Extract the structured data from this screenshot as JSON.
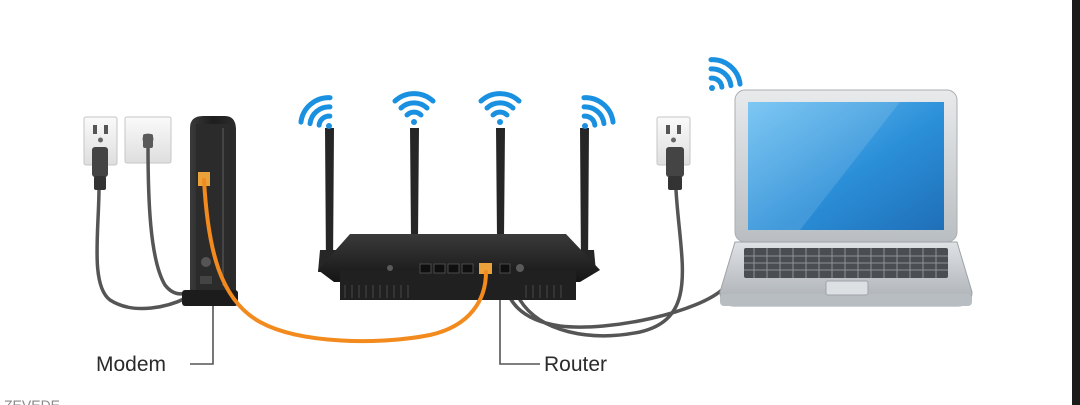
{
  "labels": {
    "modem": "Modem",
    "router": "Router",
    "cutoff_text": "ZEVEDE"
  },
  "colors": {
    "wifi": "#1a90e0",
    "ethernet_cable": "#f28a1e",
    "power_cable": "#555555",
    "device_body": "#262626",
    "laptop_screen": "#3ea0e6",
    "laptop_shell": "#cfd3d6"
  },
  "icons": [
    "wall-outlet-icon",
    "coax-wall-plate-icon",
    "modem-icon",
    "router-icon",
    "wifi-signal-icon",
    "laptop-icon",
    "ethernet-cable-icon",
    "power-cable-icon"
  ]
}
